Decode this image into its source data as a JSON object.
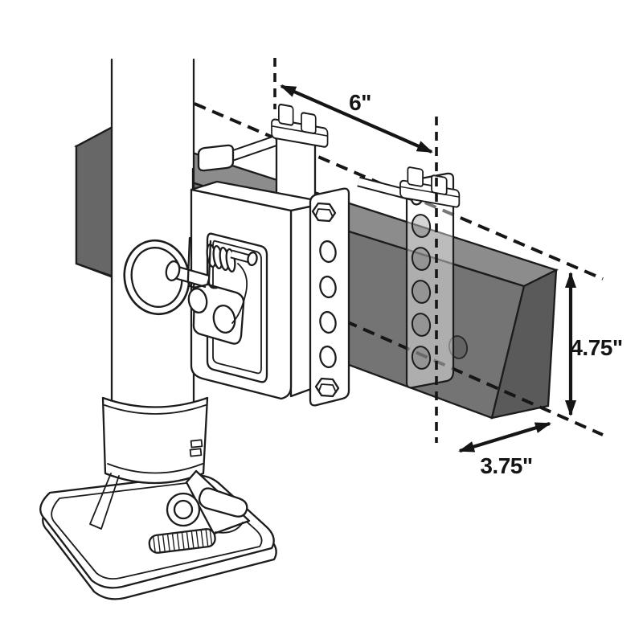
{
  "diagram": {
    "subject": "trailer-jack-rail-mount-bracket-dimension-diagram",
    "background": "#ffffff",
    "line_color": "#1c1c1c",
    "beam_colors": {
      "top": "#8c8c8c",
      "front": "#747474",
      "left_end": "#676767",
      "right_end": "#5a5a5a"
    },
    "labels": {
      "width": "6\"",
      "height": "4.75\"",
      "depth": "3.75\""
    },
    "parts": {
      "jack": "trailer jack",
      "foot": "drop-leg foot pad",
      "beam": "square rail beam",
      "bracket": "mounting bracket with adjustment holes",
      "pin": "pull pin with ring",
      "clamps": "serrated clamp plates"
    }
  }
}
